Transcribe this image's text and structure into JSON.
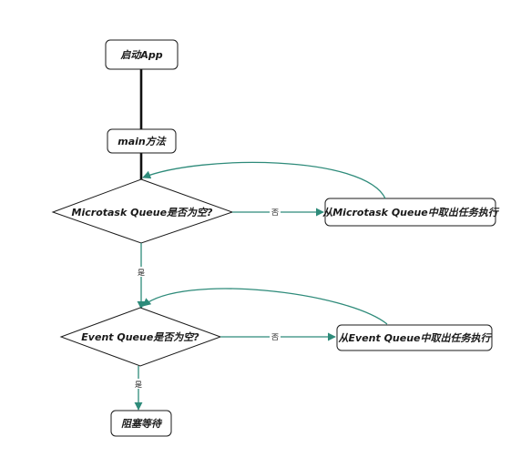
{
  "nodes": {
    "start": "启动App",
    "main": "main方法",
    "microtask_check": "Microtask Queue是否为空?",
    "microtask_exec": "从Microtask Queue中取出任务执行",
    "event_check": "Event Queue是否为空?",
    "event_exec": "从Event Queue中取出任务执行",
    "block": "阻塞等待"
  },
  "edges": {
    "microtask_no": "否",
    "microtask_yes": "是",
    "event_no": "否",
    "event_yes": "是"
  },
  "colors": {
    "flow": "#2e8b7a",
    "main_line": "#111111",
    "border": "#1a1a1a"
  }
}
